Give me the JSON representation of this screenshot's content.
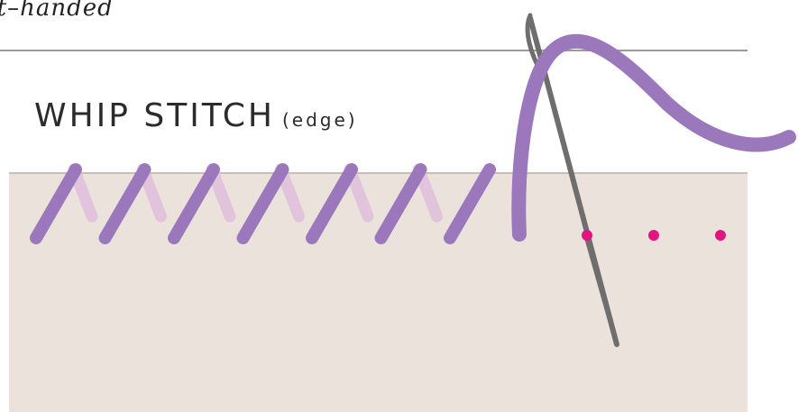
{
  "header": {
    "subtitle": "ft–handed"
  },
  "diagram": {
    "title": "WHIP STITCH",
    "title_note": "(edge)",
    "colors": {
      "fabric": "#ece2dc",
      "fabric_edge": "#c9bdb6",
      "rule_line": "#9a9a9a",
      "thread_front": "#9b78bb",
      "thread_back": "#e2c3dc",
      "needle": "#6e6e6e",
      "marker_dot": "#e0157f"
    },
    "front_stitch_count": 7,
    "marker_dot_count": 3
  }
}
